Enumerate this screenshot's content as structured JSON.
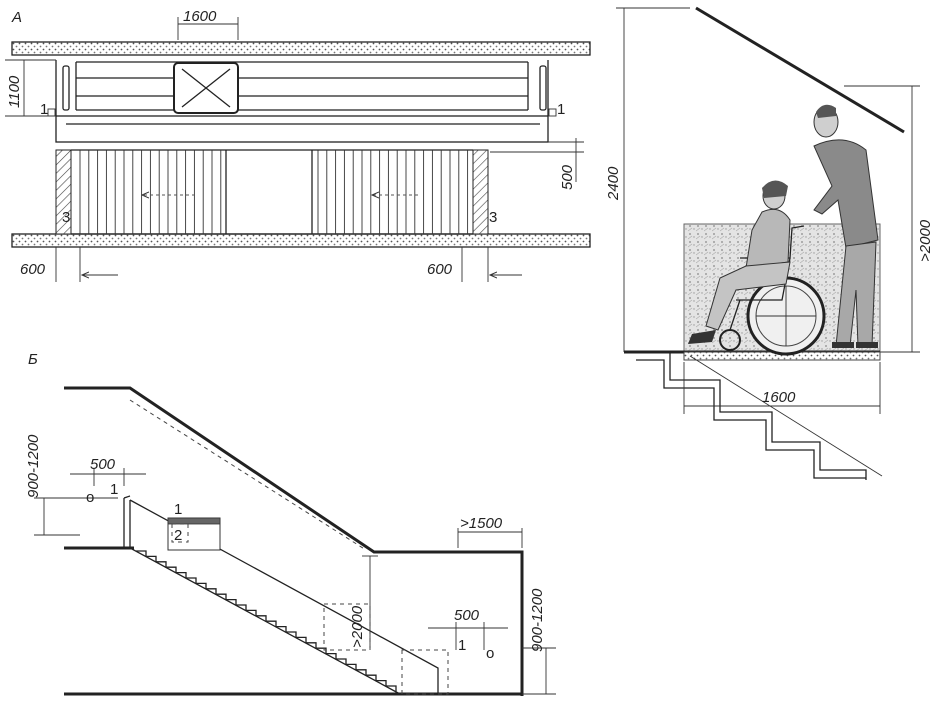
{
  "plan": {
    "title": "А",
    "dim_top": "1600",
    "dim_left": "1100",
    "dim_right": "500",
    "dim_bottom_left": "600",
    "dim_bottom_right": "600",
    "marker_1": "1",
    "marker_3": "3"
  },
  "section": {
    "title": "Б",
    "dim_height_left": "900-1200",
    "dim_height_right": "900-1200",
    "dim_handrail_top": "500",
    "dim_handrail_bottom": "500",
    "dim_headroom": ">2000",
    "dim_landing": ">1500",
    "marker_1": "1",
    "marker_2": "2",
    "marker_o": "o"
  },
  "wheelchair": {
    "dim_height": "2400",
    "dim_clearance": ">2000",
    "dim_platform": "1600"
  }
}
